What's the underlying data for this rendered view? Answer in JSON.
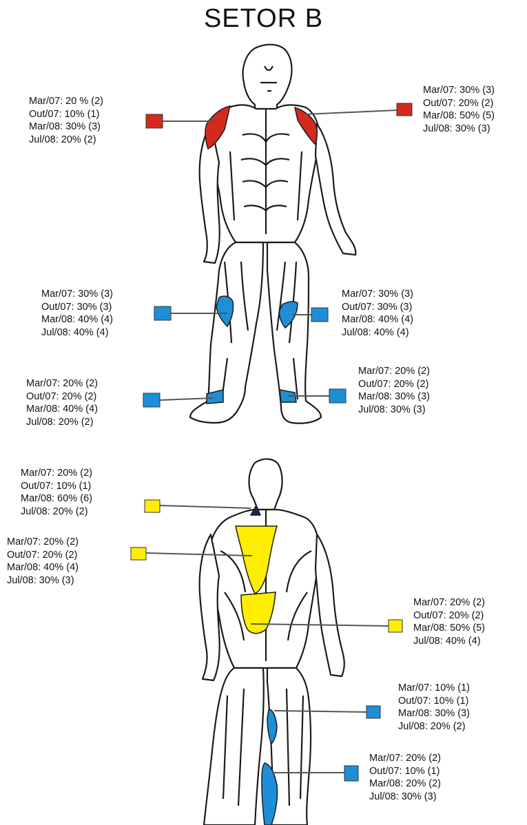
{
  "title": "SETOR B",
  "colors": {
    "outline": "#1a1a1a",
    "body_fill": "#ffffff",
    "red": "#d42a1e",
    "blue": "#1e8fd6",
    "yellow": "#ffee00",
    "neck_dark": "#202060",
    "line": "#555555"
  },
  "annotations": [
    {
      "id": "front-right-shoulder",
      "color": "red",
      "lines": [
        "Mar/07: 20 % (2)",
        "Out/07: 10% (1)",
        "Mar/08: 30% (3)",
        "Jul/08: 20% (2)"
      ]
    },
    {
      "id": "front-left-shoulder",
      "color": "red",
      "lines": [
        "Mar/07: 30% (3)",
        "Out/07: 20% (2)",
        "Mar/08: 50% (5)",
        "Jul/08: 30% (3)"
      ]
    },
    {
      "id": "front-right-knee",
      "color": "blue",
      "lines": [
        "Mar/07: 30% (3)",
        "Out/07: 30% (3)",
        "Mar/08: 40% (4)",
        "Jul/08: 40% (4)"
      ]
    },
    {
      "id": "front-left-knee",
      "color": "blue",
      "lines": [
        "Mar/07: 30% (3)",
        "Out/07: 30% (3)",
        "Mar/08: 40% (4)",
        "Jul/08: 40% (4)"
      ]
    },
    {
      "id": "front-right-ankle",
      "color": "blue",
      "lines": [
        "Mar/07: 20% (2)",
        "Out/07: 20% (2)",
        "Mar/08: 40% (4)",
        "Jul/08: 20% (2)"
      ]
    },
    {
      "id": "front-left-ankle",
      "color": "blue",
      "lines": [
        "Mar/07: 20% (2)",
        "Out/07: 20% (2)",
        "Mar/08: 30% (3)",
        "Jul/08: 30% (3)"
      ]
    },
    {
      "id": "back-neck",
      "color": "yellow",
      "lines": [
        "Mar/07: 20% (2)",
        "Out/07: 10% (1)",
        "Mar/08: 60% (6)",
        "Jul/08: 20% (2)"
      ]
    },
    {
      "id": "back-upper",
      "color": "yellow",
      "lines": [
        "Mar/07: 20% (2)",
        "Out/07: 20% (2)",
        "Mar/08: 40% (4)",
        "Jul/08: 30% (3)"
      ]
    },
    {
      "id": "back-lower",
      "color": "yellow",
      "lines": [
        "Mar/07: 20% (2)",
        "Out/07: 20% (2)",
        "Mar/08: 50% (5)",
        "Jul/08: 40% (4)"
      ]
    },
    {
      "id": "back-thigh",
      "color": "blue",
      "lines": [
        "Mar/07: 10% (1)",
        "Out/07: 10% (1)",
        "Mar/08: 30% (3)",
        "Jul/08: 20% (2)"
      ]
    },
    {
      "id": "back-calf",
      "color": "blue",
      "lines": [
        "Mar/07: 20% (2)",
        "Out/07: 10% (1)",
        "Mar/08: 20% (2)",
        "Jul/08: 30% (3)"
      ]
    }
  ]
}
